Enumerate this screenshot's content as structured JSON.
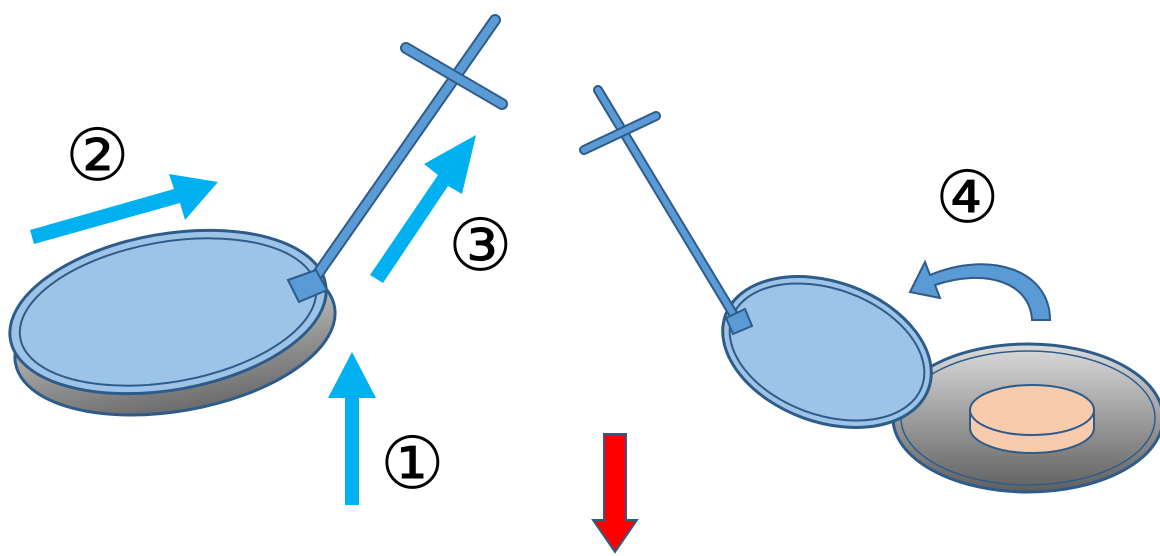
{
  "steps": [
    {
      "id": "step-1",
      "label": "①"
    },
    {
      "id": "step-2",
      "label": "②"
    },
    {
      "id": "step-3",
      "label": "③"
    },
    {
      "id": "step-4",
      "label": "④"
    }
  ],
  "colors": {
    "lid_fill": "#9dc3e6",
    "lid_stroke": "#2e5c8a",
    "handle_fill": "#5b9bd5",
    "dish_gradient_top": "#d9d9d9",
    "dish_gradient_bottom": "#6b6b6b",
    "sample_fill": "#f8cbad",
    "motion_arrow": "#00b0f0",
    "down_arrow": "#ff0000",
    "rotate_arrow": "#5b9bd5"
  },
  "icons": {
    "motion_arrow": "straight-arrow",
    "rotate_arrow": "curved-arrow",
    "down_arrow": "block-arrow-down"
  }
}
